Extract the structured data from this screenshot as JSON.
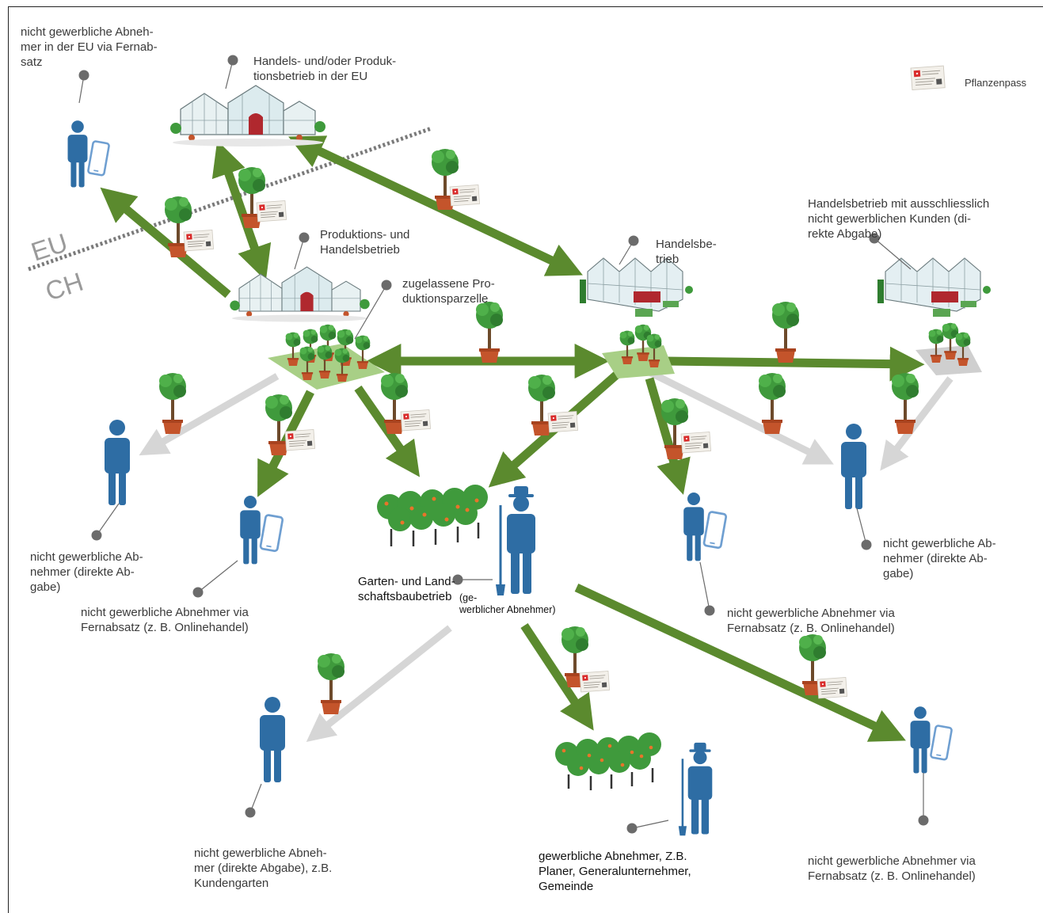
{
  "labels": {
    "eu_remote_buyer": "nicht gewerbliche Abneh-\nmer in der EU via Fernab-\nsatz",
    "eu_business": "Handels- und/oder Produk-\ntionsbetrieb in der EU",
    "plant_passport": "Pflanzenpass",
    "retail_exclusive": "Handelsbetrieb mit ausschliesslich\nnicht gewerblichen Kunden (di-\nrekte Abgabe)",
    "production_trade": "Produktions- und\nHandelsbetrieb",
    "trade_business": "Handelsbe-\ntrieb",
    "approved_plot": "zugelassene Pro-\nduktionsparzelle",
    "direct_buyer_left": "nicht gewerbliche Ab-\nnehmer (direkte Ab-\ngabe)",
    "remote_buyer_left": "nicht gewerbliche Abnehmer via\nFernabsatz (z. B. Onlinehandel)",
    "landscaping_line1": "Garten- und Land-",
    "landscaping_line2": "schaftsbaubetrieb",
    "landscaping_note": "(ge-\nwerblicher Abnehmer)",
    "remote_buyer_mid": "nicht gewerbliche Abnehmer via\nFernabsatz (z. B. Onlinehandel)",
    "direct_buyer_right": "nicht gewerbliche Ab-\nnehmer (direkte Ab-\ngabe)",
    "garden_buyer": "nicht gewerbliche Abneh-\nmer (direkte Abgabe), z.B.\nKundengarten",
    "commercial_buyer": "gewerbliche Abnehmer, Z.B.\nPlaner, Generalunternehmer,\nGemeinde",
    "remote_buyer_right": "nicht gewerbliche Abnehmer via\nFernabsatz (z. B. Onlinehandel)"
  },
  "regions": {
    "eu": "EU",
    "ch": "CH"
  },
  "colors": {
    "green_arrow": "#5b8a2e",
    "grey_arrow": "#d6d6d6",
    "person": "#2e6da4",
    "phone": "#6f9fd1",
    "pin": "#6b6b6b",
    "tree_leaf": "#3f9a3c",
    "pot": "#c4542b",
    "passport_cross": "#d92b2b"
  },
  "icons": [
    "person-icon",
    "person-with-phone-icon",
    "gardener-icon",
    "greenhouse-icon",
    "potted-tree-icon",
    "plant-passport-icon",
    "orchard-icon",
    "parcel-icon",
    "pin-icon"
  ]
}
